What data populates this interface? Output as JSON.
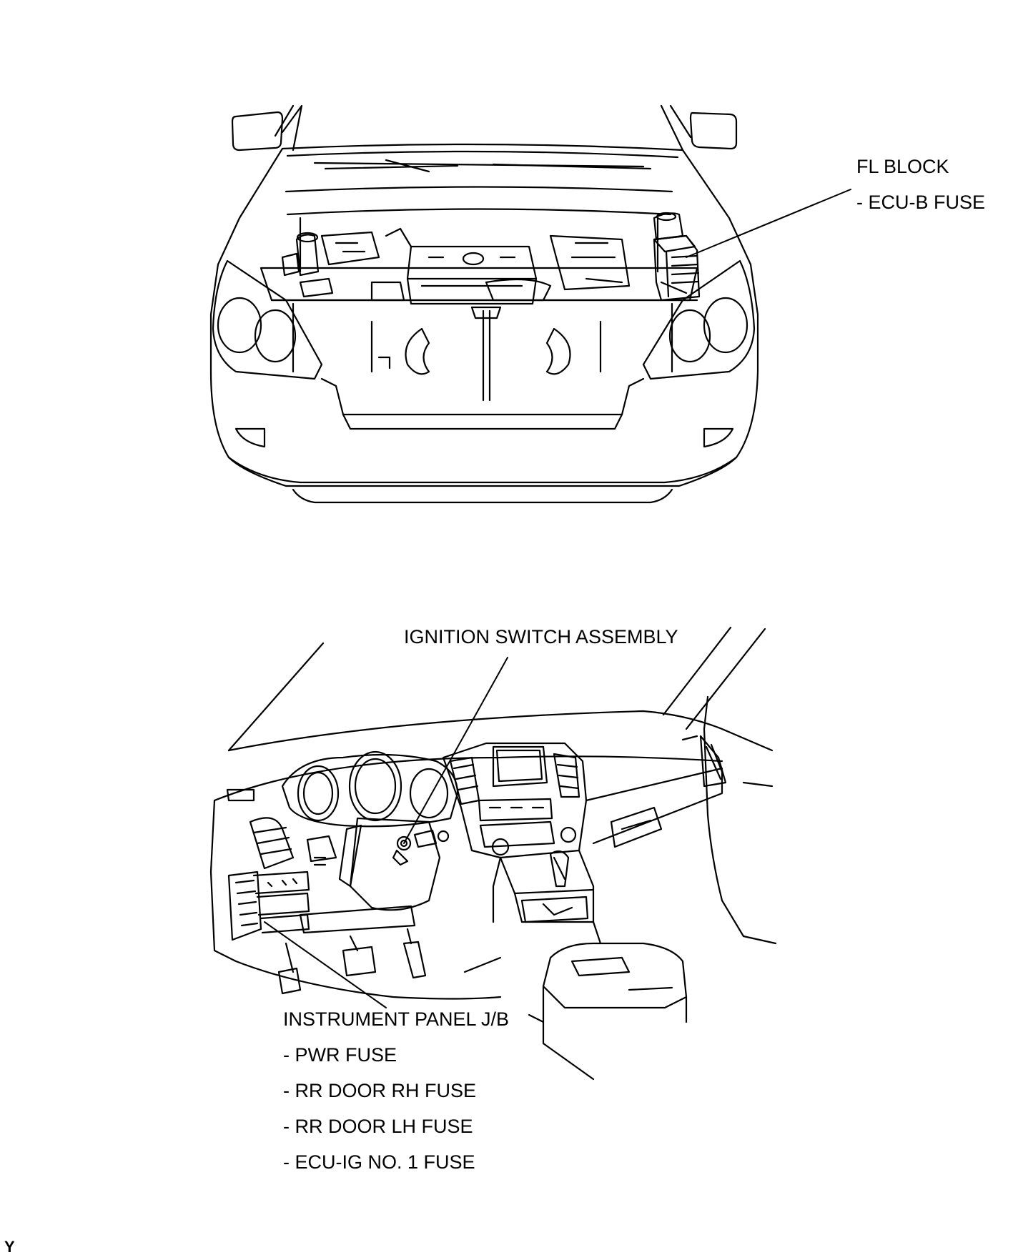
{
  "labels": {
    "fl_block": "FL BLOCK",
    "ecu_b_fuse": "- ECU-B FUSE",
    "ignition_switch": "IGNITION SWITCH ASSEMBLY",
    "instrument_panel_jb": "INSTRUMENT PANEL J/B",
    "pwr_fuse": "- PWR FUSE",
    "rr_door_rh_fuse": "- RR DOOR RH FUSE",
    "rr_door_lh_fuse": "- RR DOOR LH FUSE",
    "ecu_ig_no1_fuse": "- ECU-IG NO. 1 FUSE"
  },
  "figure_id": "Y",
  "line_color": "#000000",
  "background_color": "#ffffff"
}
